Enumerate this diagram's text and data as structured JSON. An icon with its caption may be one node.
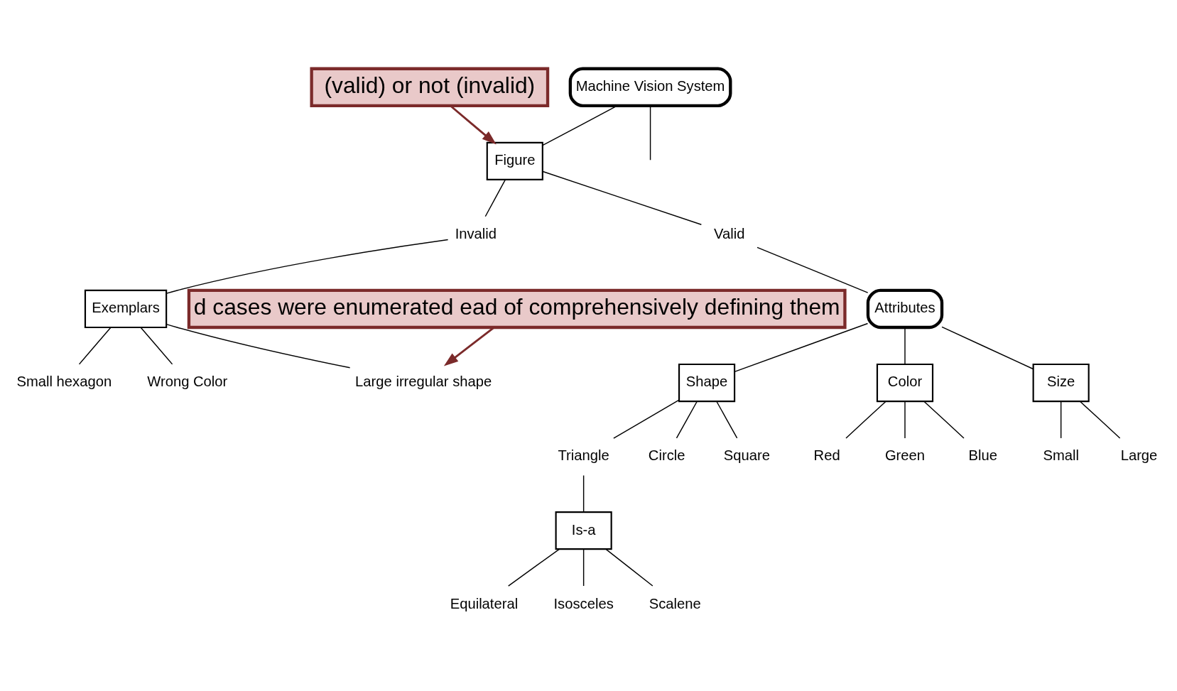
{
  "diagram": {
    "nodes": [
      {
        "text": [
          "Machine Vision System"
        ]
      },
      {
        "text": [
          "Figure"
        ]
      },
      {
        "text": [
          "Invalid"
        ]
      },
      {
        "text": [
          "Valid"
        ]
      },
      {
        "text": [
          "Exemplars"
        ]
      },
      {
        "text": [
          "Small hexagon"
        ]
      },
      {
        "text": [
          "Large irregular shape"
        ]
      },
      {
        "text": [
          "Wrong Color"
        ]
      },
      {
        "text": [
          "Attributes"
        ]
      },
      {
        "text": [
          "Shape"
        ]
      },
      {
        "text": [
          "Color"
        ]
      },
      {
        "text": [
          "Size"
        ]
      },
      {
        "text": [
          "Triangle"
        ]
      },
      {
        "text": [
          "Circle"
        ]
      },
      {
        "text": [
          "Square"
        ]
      },
      {
        "text": [
          "Is-a"
        ]
      },
      {
        "text": [
          "Equilateral"
        ]
      },
      {
        "text": [
          "Isosceles"
        ]
      },
      {
        "text": [
          "Scalene"
        ]
      },
      {
        "text": [
          "Red"
        ]
      },
      {
        "text": [
          "Green"
        ]
      },
      {
        "text": [
          "Blue"
        ]
      },
      {
        "text": [
          "Small"
        ]
      },
      {
        "text": [
          "Large"
        ]
      },
      {
        "text": [
          "(valid) or not (invalid)"
        ]
      },
      {
        "text": [
          "d cases were enumerated ead of comprehensively defining them"
        ]
      }
    ],
    "edges": [
      {
        "from": 0,
        "to": 1,
        "arrow": "none"
      },
      {
        "from": 0,
        "to": null,
        "arrow": "none"
      },
      {
        "from": 1,
        "to": 2,
        "arrow": "none"
      },
      {
        "from": 1,
        "to": 3,
        "arrow": "none"
      },
      {
        "from": 2,
        "to": 4,
        "arrow": "none"
      },
      {
        "from": 3,
        "to": 8,
        "arrow": "none"
      },
      {
        "from": 4,
        "to": 5,
        "arrow": "none"
      },
      {
        "from": 4,
        "to": 6,
        "arrow": "none"
      },
      {
        "from": 4,
        "to": 7,
        "arrow": "none"
      },
      {
        "from": 8,
        "to": 9,
        "arrow": "none"
      },
      {
        "from": 8,
        "to": 10,
        "arrow": "none"
      },
      {
        "from": 8,
        "to": 11,
        "arrow": "none"
      },
      {
        "from": 9,
        "to": 12,
        "arrow": "none"
      },
      {
        "from": 9,
        "to": 13,
        "arrow": "none"
      },
      {
        "from": 9,
        "to": 14,
        "arrow": "none"
      },
      {
        "from": 12,
        "to": 15,
        "arrow": "none"
      },
      {
        "from": 15,
        "to": 16,
        "arrow": "none"
      },
      {
        "from": 15,
        "to": 17,
        "arrow": "none"
      },
      {
        "from": 15,
        "to": 18,
        "arrow": "none"
      },
      {
        "from": 10,
        "to": 19,
        "arrow": "none"
      },
      {
        "from": 10,
        "to": 20,
        "arrow": "none"
      },
      {
        "from": 10,
        "to": 21,
        "arrow": "none"
      },
      {
        "from": 11,
        "to": 22,
        "arrow": "none"
      },
      {
        "from": 11,
        "to": 23,
        "arrow": "none"
      },
      {
        "from": 24,
        "to": 1,
        "arrow": "to",
        "color": "#7b2a2a"
      },
      {
        "from": 25,
        "to": 6,
        "arrow": "to",
        "color": "#7b2a2a"
      }
    ]
  }
}
